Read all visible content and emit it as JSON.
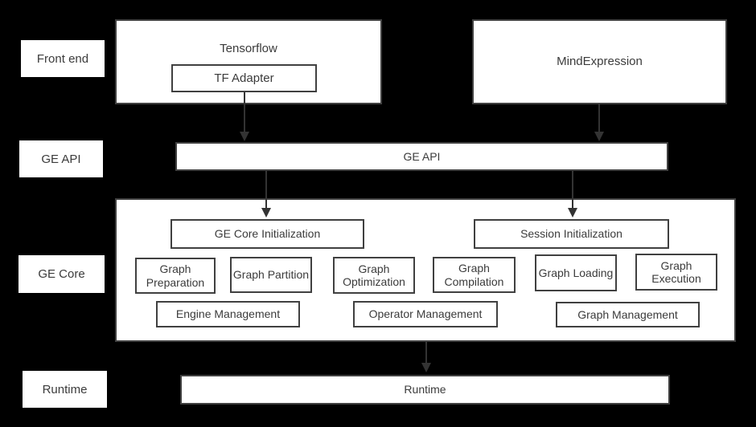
{
  "colors": {
    "background": "#000000",
    "box_fill": "#ffffff",
    "box_border": "#404040",
    "text": "#3b3b3b",
    "arrow": "#333333"
  },
  "layers": {
    "front_end": {
      "row_label": "Front end",
      "tensorflow": "Tensorflow",
      "tf_adapter": "TF Adapter",
      "mind_expression": "MindExpression"
    },
    "ge_api": {
      "row_label": "GE API",
      "bar_label": "GE API"
    },
    "ge_core": {
      "row_label": "GE Core",
      "ge_core_initialization": "GE Core Initialization",
      "session_initialization": "Session Initialization",
      "modules": [
        "Graph Preparation",
        "Graph Partition",
        "Graph Optimization",
        "Graph Compilation",
        "Graph Loading",
        "Graph Execution"
      ],
      "management": [
        "Engine Management",
        "Operator Management",
        "Graph Management"
      ]
    },
    "runtime": {
      "row_label": "Runtime",
      "bar_label": "Runtime"
    }
  },
  "connections": [
    {
      "from": "TF Adapter",
      "to": "GE API"
    },
    {
      "from": "MindExpression",
      "to": "GE API"
    },
    {
      "from": "GE API",
      "to": "GE Core Initialization"
    },
    {
      "from": "GE API",
      "to": "Session Initialization"
    },
    {
      "from": "GE Core",
      "to": "Runtime"
    }
  ]
}
